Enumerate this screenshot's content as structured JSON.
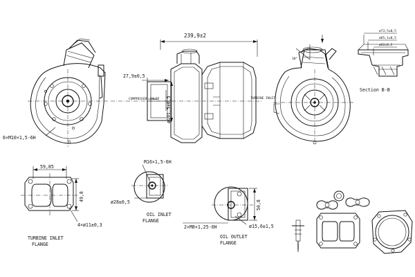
{
  "views": {
    "front": {
      "thread_label": "6×M10×1,5-6H"
    },
    "side": {
      "overall_length": "239,9±2",
      "offset_dim": "27,9±0,5",
      "diameter_dim": "ø101,5±0,5",
      "note_left": "COMPRESSOR INLET",
      "note_right": "TURBINE INLET"
    },
    "rear": {
      "angle_label": "30°"
    },
    "section": {
      "label": "Section B-B",
      "dims": [
        "ø73,5±0,5",
        "ø65,1±0,5",
        "ø62±0,5"
      ]
    }
  },
  "turbine_flange": {
    "width_dim": "59,85",
    "height_dim": "49,8",
    "holes_label": "4×ø11±0,3",
    "title_line1": "TURBINE INLET",
    "title_line2": "FLANGE"
  },
  "oil_inlet": {
    "thread_label": "M16×1,5-6H",
    "diameter_label": "ø28±0,5",
    "title_line1": "OIL INLET",
    "title_line2": "FLANGE"
  },
  "oil_outlet": {
    "height_dim": "50,8",
    "diameter_label": "ø15,6±1,5",
    "thread_label": "2×M8×1,25-6H",
    "title_line1": "OIL OUTLET",
    "title_line2": "FLANGE"
  },
  "colors": {
    "line": "#111111",
    "background": "#ffffff"
  }
}
